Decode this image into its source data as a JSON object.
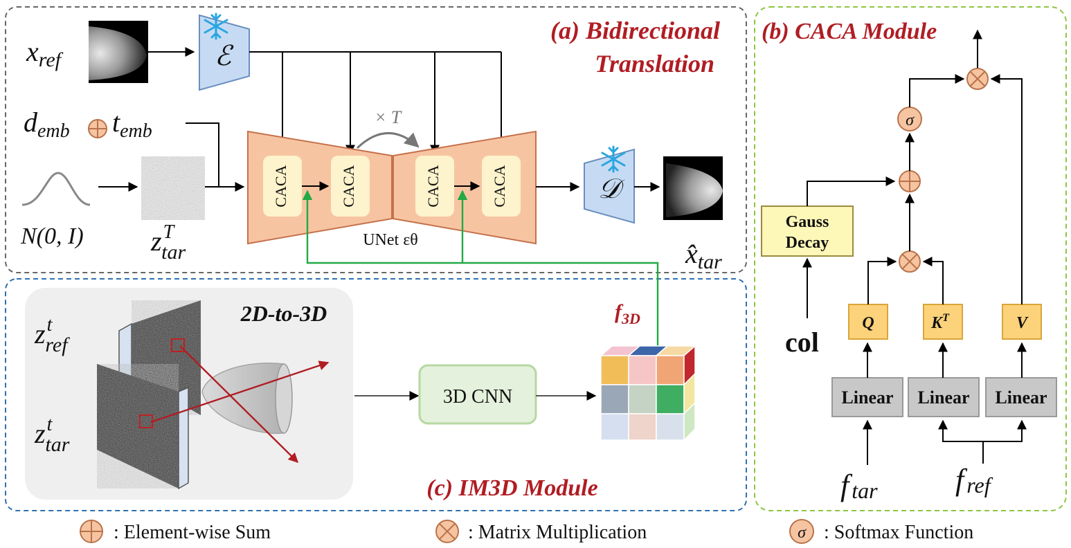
{
  "panels": {
    "a_title_line1": "(a) Bidirectional",
    "a_title_line2": "Translation",
    "b_title": "(b) CACA Module",
    "c_title": "(c) IM3D Module"
  },
  "translation": {
    "encoder_symbol": "ℰ",
    "decoder_symbol": "𝒟",
    "caca_label": "CACA",
    "unet_label": "UNet εθ",
    "loop_label": "× T",
    "noise_label": "N(0, I)",
    "frost_icon": "snowflake-icon"
  },
  "caca_module": {
    "gauss_line1": "Gauss",
    "gauss_line2": "Decay",
    "col_label": "col",
    "linear_label": "Linear",
    "softmax_symbol": "σ"
  },
  "im3d": {
    "title": "2D-to-3D",
    "cnn_label": "3D CNN"
  },
  "legend": {
    "sum": ": Element-wise Sum",
    "matmul": ": Matrix Multiplication",
    "softmax": ": Softmax Function"
  },
  "colors": {
    "red_title": "#b01d23",
    "unet_fill": "#f7c4a2",
    "caca_fill": "#fdf3cc",
    "linear_fill": "#c8c8c8",
    "qkv_fill": "#fcd27a",
    "gauss_fill": "#fdf7b8",
    "cnn_fill": "#e4f1dc",
    "skip_line": "#22aa44"
  }
}
